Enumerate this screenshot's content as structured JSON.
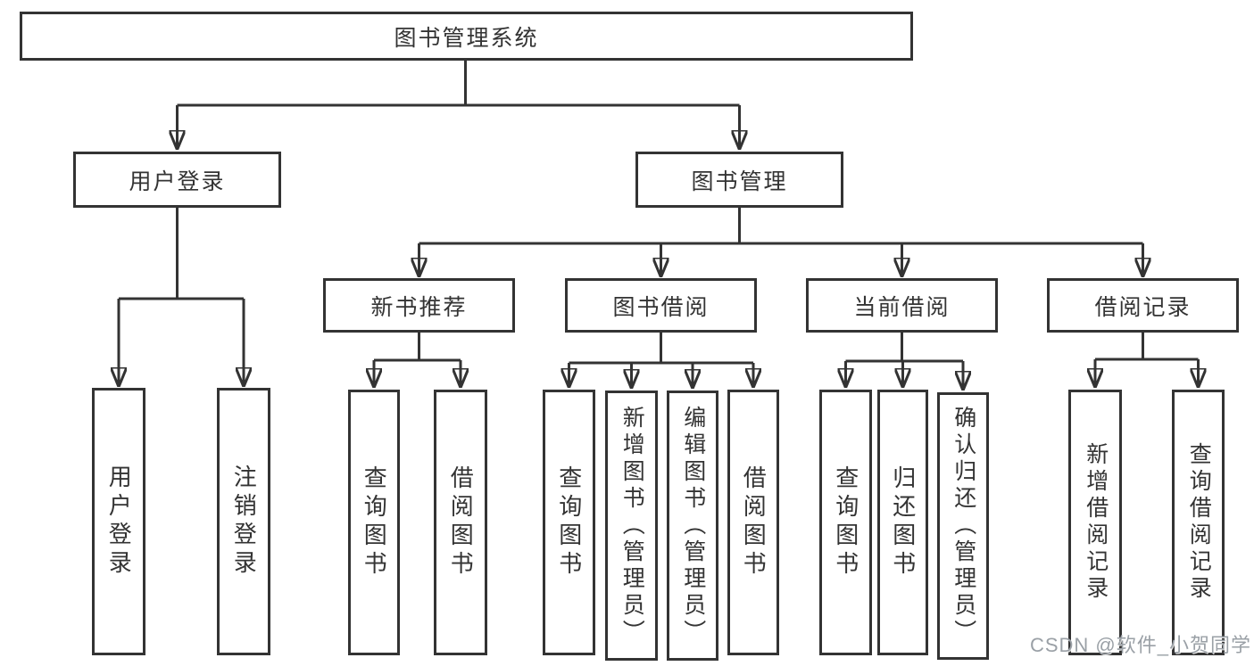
{
  "diagram": {
    "title": "图书管理系统",
    "root": {
      "label": "图书管理系统"
    },
    "level1": [
      {
        "id": "user-login",
        "label": "用户登录"
      },
      {
        "id": "book-management",
        "label": "图书管理"
      }
    ],
    "level2": [
      {
        "id": "new-books",
        "label": "新书推荐",
        "parent": "book-management"
      },
      {
        "id": "book-borrow",
        "label": "图书借阅",
        "parent": "book-management"
      },
      {
        "id": "current-borrow",
        "label": "当前借阅",
        "parent": "book-management"
      },
      {
        "id": "borrow-records",
        "label": "借阅记录",
        "parent": "book-management"
      }
    ],
    "leaves": {
      "login": [
        "用户登录",
        "注销登录"
      ],
      "newbook": [
        "查询图书",
        "借阅图书"
      ],
      "borrow": [
        "查询图书",
        "新增图书（管理员）",
        "编辑图书（管理员）",
        "借阅图书"
      ],
      "current": [
        "查询图书",
        "归还图书",
        "确认归还（管理员）"
      ],
      "records": [
        "新增借阅记录",
        "查询借阅记录"
      ]
    }
  },
  "watermark": {
    "text": "CSDN @软件_小贺同学"
  },
  "colors": {
    "line": "#333333",
    "text": "#333333",
    "watermark": "#9aa0a6",
    "background": "#ffffff"
  }
}
